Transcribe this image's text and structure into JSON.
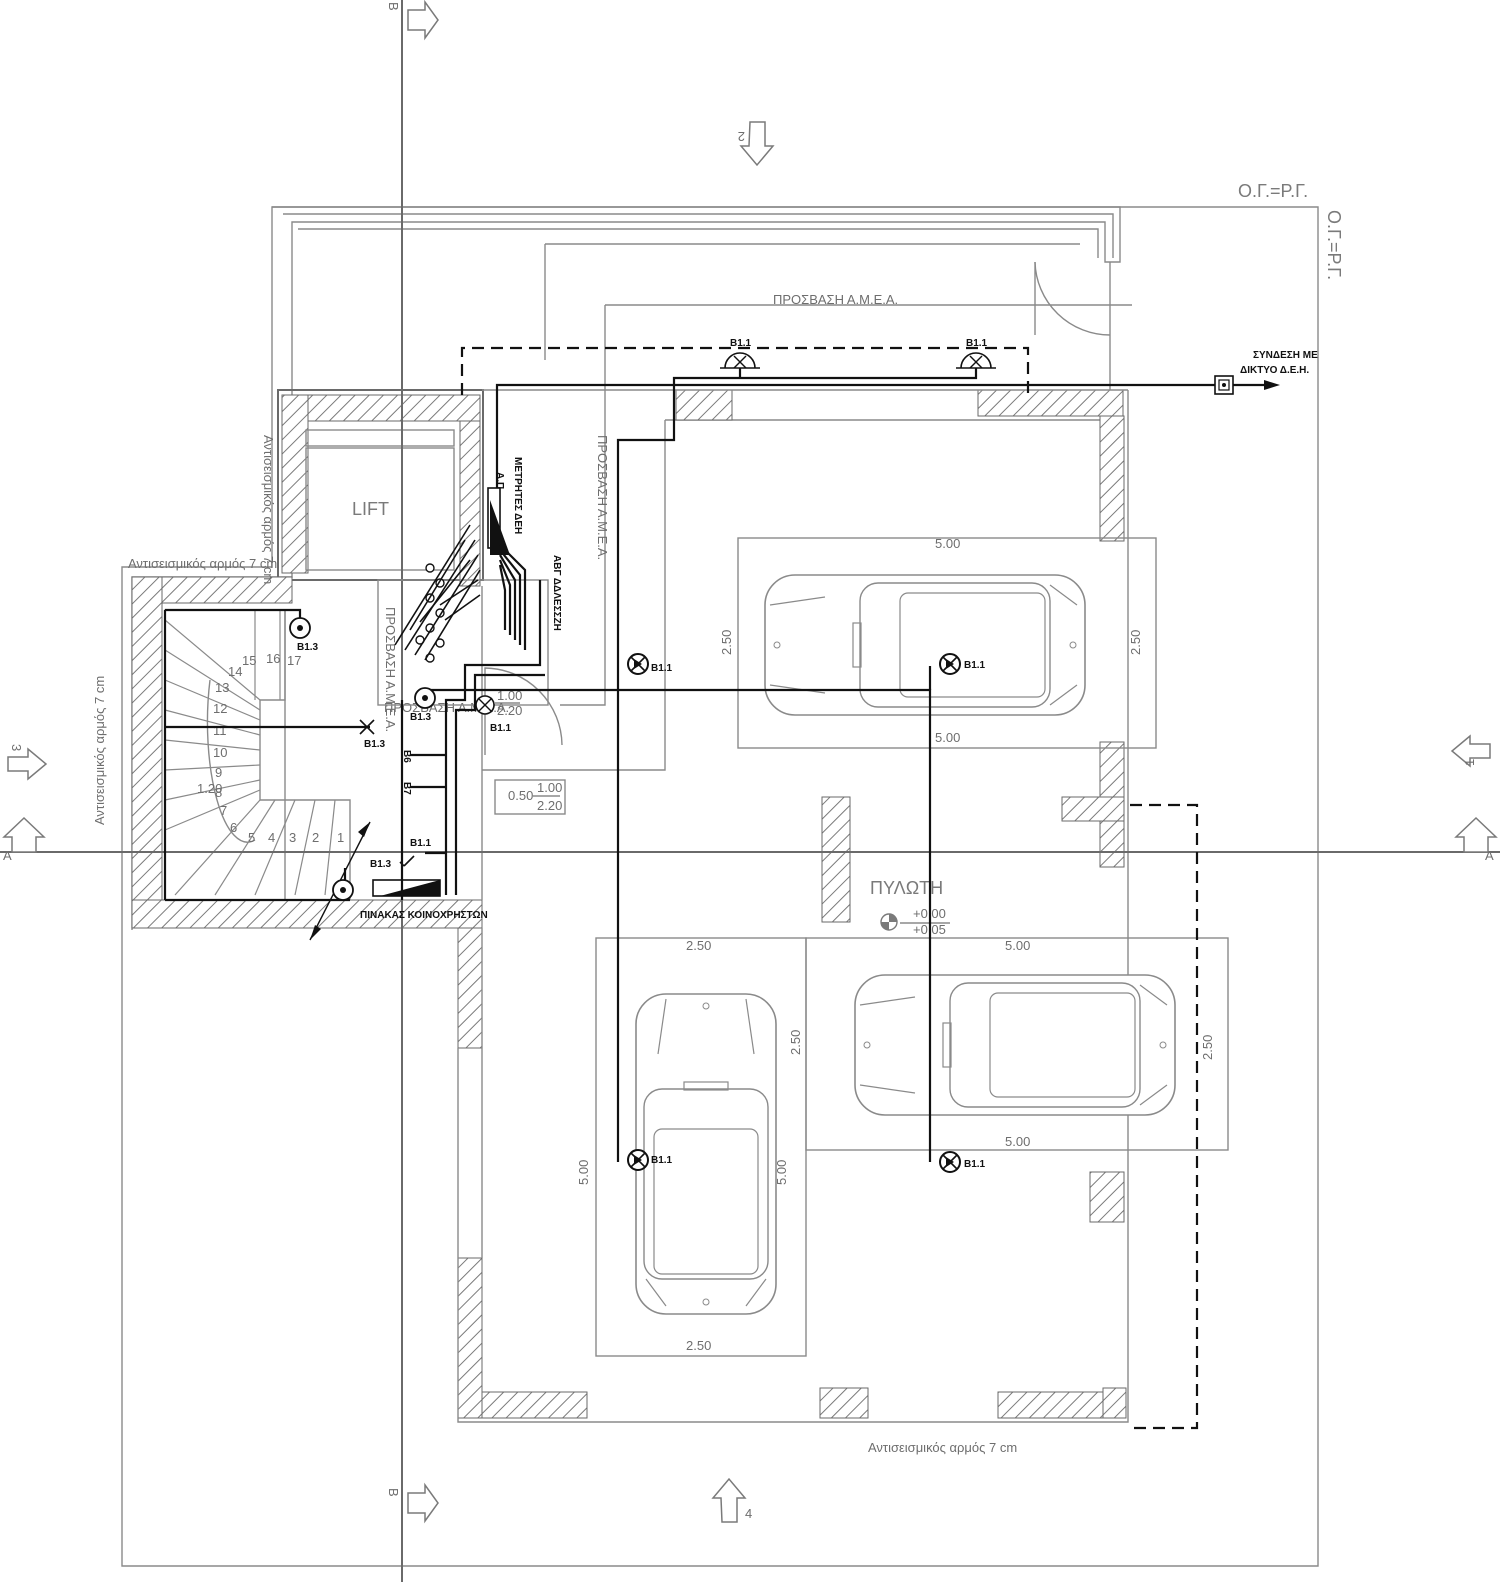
{
  "colors": {
    "line": "#8a8a8a",
    "wire": "#111111",
    "hatch": "#7a7a7a"
  },
  "labels": {
    "og_rg_top": "Ο.Γ.=Ρ.Γ.",
    "og_rg_side": "Ο.Γ.=Ρ.Γ.",
    "amea_top": "ΠΡΟΣΒΑΣΗ Α.Μ.Ε.Α.",
    "amea_vertical": "ΠΡΟΣΒΑΣΗ Α.Μ.Ε.Α.",
    "amea_small_v": "ΠΡΟΣΒΑΣΗ Α.Μ.Ε.Α.",
    "amea_small_h": "ΠΡΟΣΒΑΣΗ Α.Μ.Ε.Α.",
    "connection_1": "ΣΥΝΔΕΣΗ ΜΕ",
    "connection_2": "ΔΙΚΤΥΟ Δ.Ε.Η.",
    "meters": "ΜΕΤΡΗΤΕΣ ΔΕΗ",
    "meter_box": "Α.Π",
    "flats": "ΑΒΓ ΔΔΛΕΣΣΖΗ",
    "lift": "LIFT",
    "piloti": "ΠΥΛΩΤΗ",
    "level_1": "+0.00",
    "level_2": "+0.05",
    "panel": "ΠΙΝΑΚΑΣ ΚΟΙΝΟΧΡΗΣΤΩΝ",
    "joint_top": "Αντισεισμικός αρμός 7 cm",
    "joint_left": "Αντισεισμικός αρμός 7 cm",
    "joint_left2": "Αντισεισμικός αρμός 7 cm",
    "joint_bottom": "Αντισεισμικός αρμός 7 cm",
    "door_w1": "1.00",
    "door_h1": "2.20",
    "win_sill": "0.50",
    "win_w": "1.00",
    "win_h": "2.20",
    "stair_w": "1.20",
    "b6": "Β6",
    "b7": "Β7",
    "sym_b11": "Β1.1",
    "sym_b13": "Β1.3"
  },
  "sections": {
    "a": "Α",
    "b": "Β",
    "s1": "1",
    "s2": "2",
    "s3": "3",
    "s4": "4"
  },
  "dims": {
    "p1_w": "5.00",
    "p1_w2": "5.00",
    "p1_h": "2.50",
    "p1_h2": "2.50",
    "p2_w": "2.50",
    "p2_w2": "2.50",
    "p2_h": "5.00",
    "p2_h2": "5.00",
    "p3_w": "5.00",
    "p3_w2": "5.00",
    "p3_h": "2.50",
    "p3_h2": "2.50"
  },
  "stair_numbers": [
    "1",
    "2",
    "3",
    "4",
    "5",
    "6",
    "7",
    "8",
    "9",
    "10",
    "11",
    "12",
    "13",
    "14",
    "15",
    "16",
    "17"
  ]
}
